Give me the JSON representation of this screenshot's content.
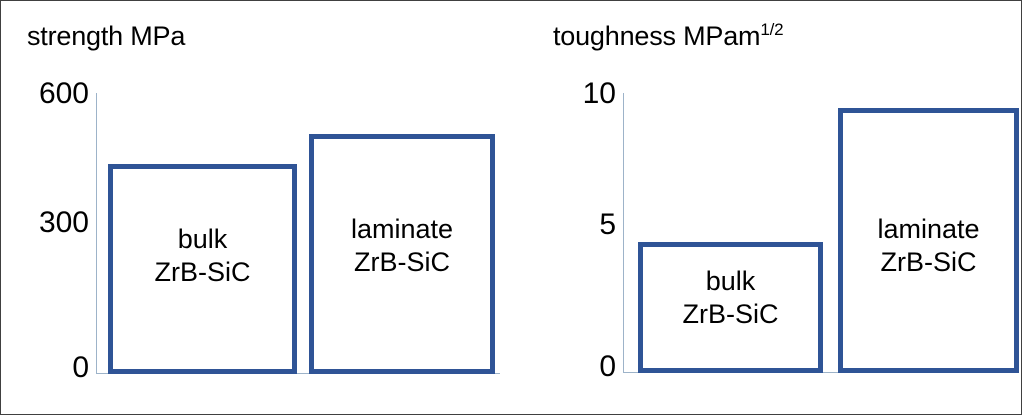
{
  "chart_data": [
    {
      "type": "bar",
      "title": "strength MPa",
      "title_main": "strength MPa",
      "title_sup": "",
      "xlabel": "",
      "ylabel": "strength MPa",
      "categories": [
        "bulk ZrB-SiC",
        "laminate ZrB-SiC"
      ],
      "category_lines": [
        [
          "bulk",
          "ZrB-SiC"
        ],
        [
          "laminate",
          "ZrB-SiC"
        ]
      ],
      "values": [
        446,
        510
      ],
      "ylim": [
        0,
        600
      ],
      "yticks": [
        0,
        300,
        600
      ],
      "ytick_labels": [
        "0",
        "300",
        "600"
      ],
      "grid": false,
      "legend": "none",
      "bar_style": "outline",
      "bar_color": "#2F5496",
      "bar_fill": "#FFFFFF",
      "axis_color": "#9DB3C9"
    },
    {
      "type": "bar",
      "title": "toughness MPam1/2",
      "title_main": "toughness MPam",
      "title_sup": "1/2",
      "xlabel": "",
      "ylabel": "toughness MPam1/2",
      "categories": [
        "bulk ZrB-SiC",
        "laminate ZrB-SiC"
      ],
      "category_lines": [
        [
          "bulk",
          "ZrB-SiC"
        ],
        [
          "laminate",
          "ZrB-SiC"
        ]
      ],
      "values": [
        4.6,
        9.4
      ],
      "ylim": [
        0,
        10
      ],
      "yticks": [
        0,
        5,
        10
      ],
      "ytick_labels": [
        "0",
        "5",
        "10"
      ],
      "grid": false,
      "legend": "none",
      "bar_style": "outline",
      "bar_color": "#2F5496",
      "bar_fill": "#FFFFFF",
      "axis_color": "#9DB3C9"
    }
  ],
  "left_chart": {
    "title_main": "strength MPa",
    "ticks": {
      "top": "600",
      "mid": "300",
      "bottom": "0"
    },
    "bars": {
      "bulk": {
        "line1": "bulk",
        "line2": "ZrB-SiC"
      },
      "laminate": {
        "line1": "laminate",
        "line2": "ZrB-SiC"
      }
    }
  },
  "right_chart": {
    "title_main": "toughness MPam",
    "title_sup": "1/2",
    "ticks": {
      "top": "10",
      "mid": "5",
      "bottom": "0"
    },
    "bars": {
      "bulk": {
        "line1": "bulk",
        "line2": "ZrB-SiC"
      },
      "laminate": {
        "line1": "laminate",
        "line2": "ZrB-SiC"
      }
    }
  }
}
